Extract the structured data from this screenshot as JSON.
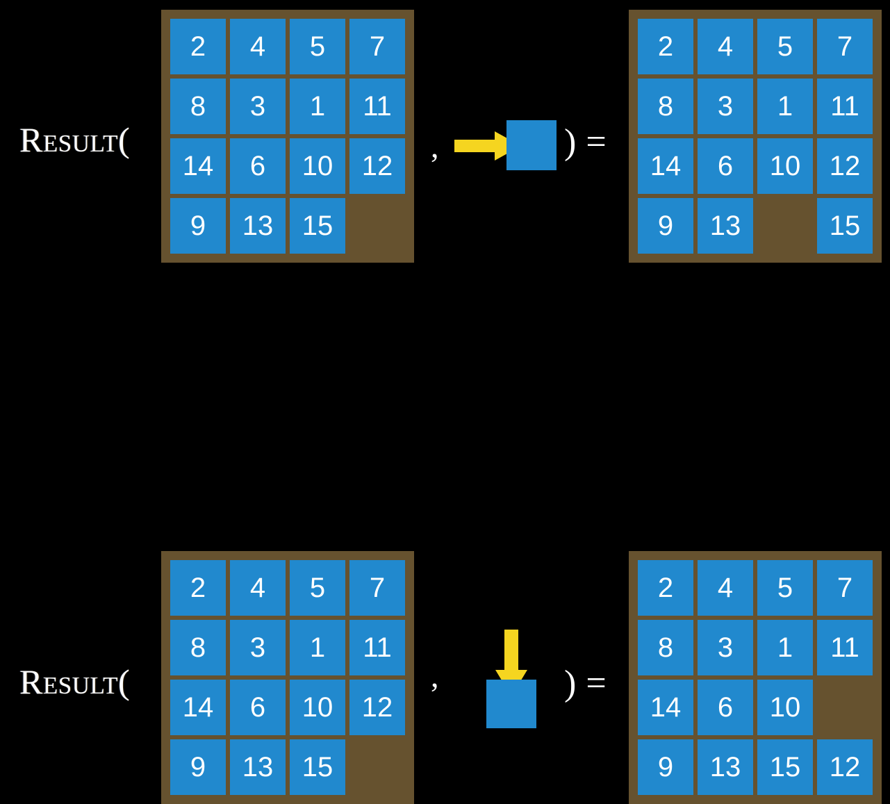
{
  "colors": {
    "background": "#000000",
    "board": "#66522f",
    "tile": "#2189ce",
    "tile_text": "#ffffff",
    "arrow": "#f5d520",
    "text": "#ffffff"
  },
  "rows": [
    {
      "label": "Result(",
      "comma": ",",
      "closing_paren": ")",
      "equals": "=",
      "operator": {
        "arrow_direction": "right",
        "block_label": ""
      },
      "input_grid": {
        "columns": 4,
        "rows": 4,
        "cells": [
          [
            "2",
            "4",
            "5",
            "7"
          ],
          [
            "8",
            "3",
            "1",
            "11"
          ],
          [
            "14",
            "6",
            "10",
            "12"
          ],
          [
            "9",
            "13",
            "15",
            ""
          ]
        ]
      },
      "output_grid": {
        "columns": 4,
        "rows": 4,
        "cells": [
          [
            "2",
            "4",
            "5",
            "7"
          ],
          [
            "8",
            "3",
            "1",
            "11"
          ],
          [
            "14",
            "6",
            "10",
            "12"
          ],
          [
            "9",
            "13",
            "",
            "15"
          ]
        ]
      }
    },
    {
      "label": "Result(",
      "comma": ",",
      "closing_paren": ")",
      "equals": "=",
      "operator": {
        "arrow_direction": "down",
        "block_label": ""
      },
      "input_grid": {
        "columns": 4,
        "rows": 4,
        "cells": [
          [
            "2",
            "4",
            "5",
            "7"
          ],
          [
            "8",
            "3",
            "1",
            "11"
          ],
          [
            "14",
            "6",
            "10",
            "12"
          ],
          [
            "9",
            "13",
            "15",
            ""
          ]
        ]
      },
      "output_grid": {
        "columns": 4,
        "rows": 4,
        "cells": [
          [
            "2",
            "4",
            "5",
            "7"
          ],
          [
            "8",
            "3",
            "1",
            "11"
          ],
          [
            "14",
            "6",
            "10",
            ""
          ],
          [
            "9",
            "13",
            "15",
            "12"
          ]
        ]
      }
    }
  ]
}
